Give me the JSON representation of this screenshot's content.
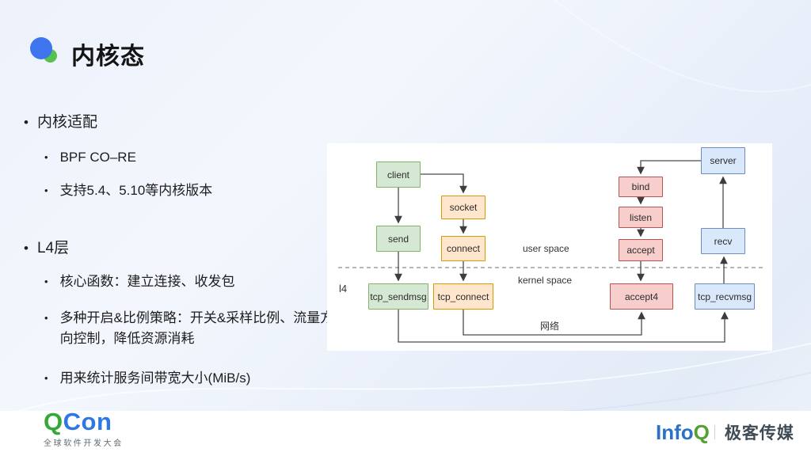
{
  "slide": {
    "title": "内核态",
    "bullets": [
      {
        "level": 1,
        "text": "内核适配"
      },
      {
        "level": 2,
        "text": "BPF CO–RE"
      },
      {
        "level": 2,
        "text": "支持5.4、5.10等内核版本"
      },
      {
        "level": 1,
        "text": "L4层"
      },
      {
        "level": 2,
        "text": "核心函数：建立连接、收发包"
      },
      {
        "level": 2,
        "text": "多种开启&比例策略：开关&采样比例、流量方向控制，降低资源消耗"
      },
      {
        "level": 2,
        "text": "用来统计服务间带宽大小(MiB/s)"
      }
    ]
  },
  "diagram": {
    "nodes": [
      {
        "id": "client",
        "label": "client",
        "color": "green"
      },
      {
        "id": "socket",
        "label": "socket",
        "color": "orange"
      },
      {
        "id": "send",
        "label": "send",
        "color": "green"
      },
      {
        "id": "connect",
        "label": "connect",
        "color": "orange"
      },
      {
        "id": "tcp_sendmsg",
        "label": "tcp_sendmsg",
        "color": "green"
      },
      {
        "id": "tcp_connect",
        "label": "tcp_connect",
        "color": "orange"
      },
      {
        "id": "server",
        "label": "server",
        "color": "blue"
      },
      {
        "id": "bind",
        "label": "bind",
        "color": "pink"
      },
      {
        "id": "listen",
        "label": "listen",
        "color": "pink"
      },
      {
        "id": "accept",
        "label": "accept",
        "color": "pink"
      },
      {
        "id": "accept4",
        "label": "accept4",
        "color": "pink"
      },
      {
        "id": "recv",
        "label": "recv",
        "color": "blue"
      },
      {
        "id": "tcp_recvmsg",
        "label": "tcp_recvmsg",
        "color": "blue"
      }
    ],
    "labels": {
      "user_space": "user space",
      "kernel_space": "kernel space",
      "l4": "l4",
      "network": "网络"
    },
    "colors": {
      "green_fill": "#d5e8d4",
      "green_stroke": "#82b366",
      "orange_fill": "#ffe6cc",
      "orange_stroke": "#d79b00",
      "pink_fill": "#f8cecc",
      "pink_stroke": "#b85450",
      "blue_fill": "#dae8fc",
      "blue_stroke": "#6c8ebf",
      "arrow": "#4a4a4a"
    }
  },
  "footer": {
    "qcon_q": "Q",
    "qcon_con": "Con",
    "qcon_subtitle": "全球软件开发大会",
    "infoq_info": "Info",
    "infoq_q": "Q",
    "infoq_brand": "极客传媒"
  }
}
